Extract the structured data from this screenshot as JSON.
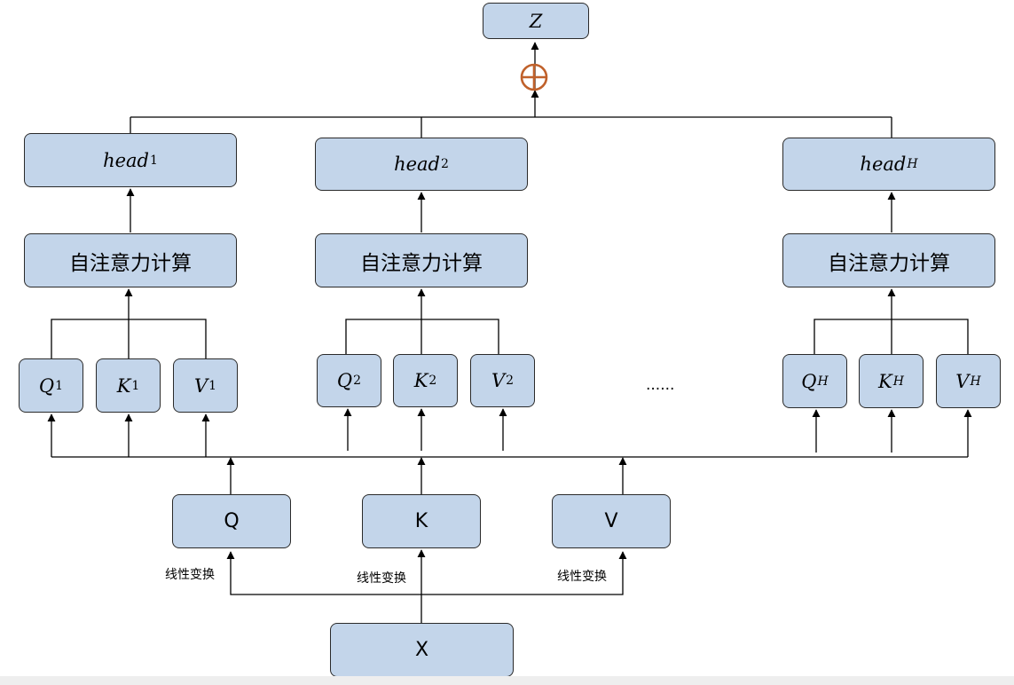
{
  "output": {
    "label": "Z"
  },
  "heads": [
    {
      "name": "head",
      "sub": "1",
      "calc": "自注意力计算",
      "q": "Q",
      "q_sub": "1",
      "k": "K",
      "k_sub": "1",
      "v": "V",
      "v_sub": "1"
    },
    {
      "name": "head",
      "sub": "2",
      "calc": "自注意力计算",
      "q": "Q",
      "q_sub": "2",
      "k": "K",
      "k_sub": "2",
      "v": "V",
      "v_sub": "2"
    },
    {
      "name": "head",
      "sub": "H",
      "calc": "自注意力计算",
      "q": "Q",
      "q_sub": "H",
      "k": "K",
      "k_sub": "H",
      "v": "V",
      "v_sub": "H"
    }
  ],
  "ellipsis": "......",
  "projections": {
    "q": "Q",
    "k": "K",
    "v": "V"
  },
  "transform_label": "线性变换",
  "input": {
    "label": "X"
  },
  "colors": {
    "box_fill": "#c3d5ea",
    "box_border": "#2a2a2a",
    "concat_symbol": "#c0612b",
    "line": "#000000"
  },
  "icons": {
    "concat": "circled-plus"
  }
}
